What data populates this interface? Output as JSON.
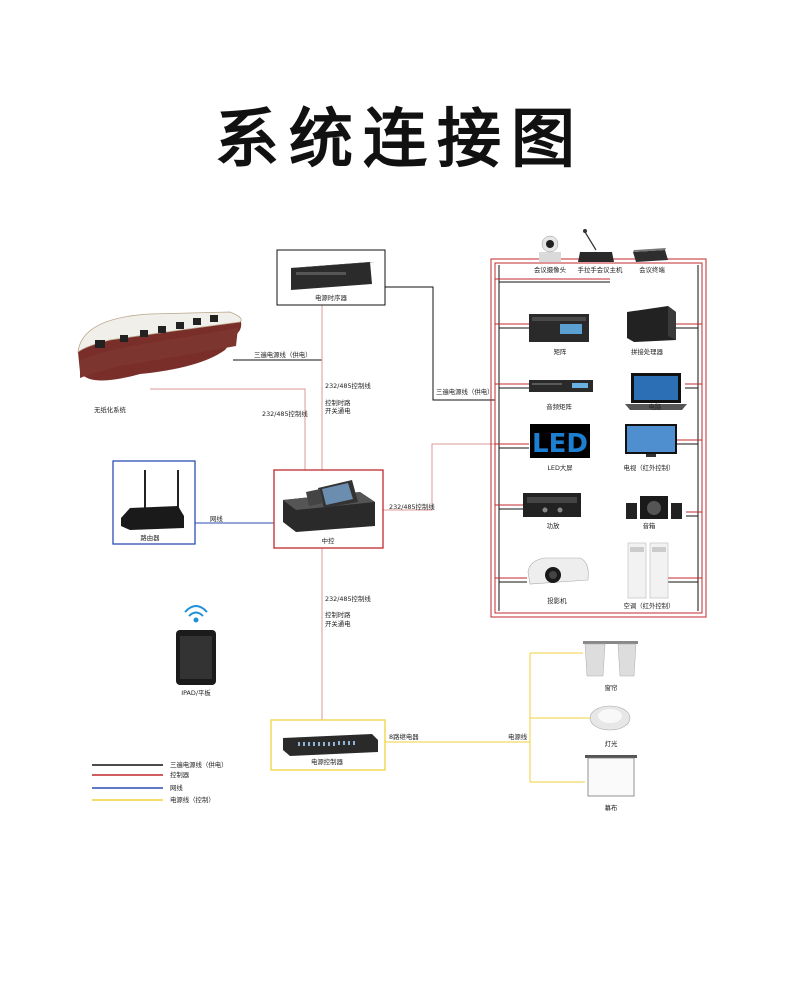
{
  "title": "系统连接图",
  "devices": {
    "power_sequencer": "电源时序器",
    "paperless_system": "无纸化系统",
    "router": "路由器",
    "central_control": "中控",
    "ipad": "IPAD/平板",
    "power_controller": "电源控制器",
    "conference_camera": "会议摄像头",
    "handheld_host": "手拉手会议主机",
    "conference_terminal": "会议终端",
    "matrix": "矩阵",
    "splicing_processor": "拼接处理器",
    "audio_matrix": "音频矩阵",
    "computer": "电脑",
    "led_screen": "LED大屏",
    "tv": "电视（红外控制）",
    "amplifier": "功放",
    "speaker": "音箱",
    "projector": "投影机",
    "air_conditioner": "空调（红外控制）",
    "curtain": "窗帘",
    "light": "灯光",
    "screen": "幕布"
  },
  "led_text": "LED",
  "connections": {
    "power_line_paperless": "三遍电源线（供电）",
    "power_line_right": "三遍电源线（供电）",
    "ctrl_paperless": "232/485控制线",
    "ctrl_sequencer": "232/485控制线",
    "ctrl_sequencer_note1": "控制时路",
    "ctrl_sequencer_note2": "开关通电",
    "network": "网线",
    "ctrl_right": "232/485控制线",
    "ctrl_lower": "232/485控制线",
    "ctrl_lower_note1": "控制时路",
    "ctrl_lower_note2": "开关通电",
    "relay": "8路继电器",
    "power_line": "电源线"
  },
  "legend": [
    {
      "label": "三遍电源线（供电）",
      "color": "#111111"
    },
    {
      "label": "控制器",
      "color": "#c0282d"
    },
    {
      "label": "网线",
      "color": "#2b4fb5"
    },
    {
      "label": "电源线（控制）",
      "color": "#f2d23c"
    }
  ],
  "colors": {
    "power": "#111111",
    "control": "#c0282d",
    "network": "#2b4fb5",
    "power_ctrl": "#f2d23c",
    "control_light": "#dd9a98",
    "panel": "#2d2d2d"
  }
}
